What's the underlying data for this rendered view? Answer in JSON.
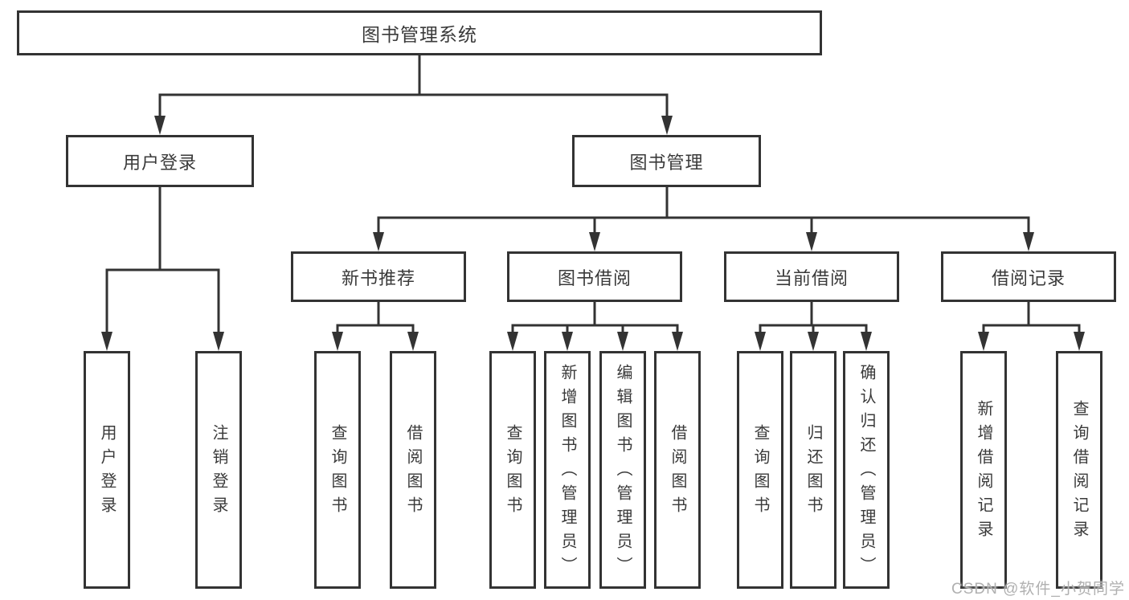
{
  "tree": {
    "label": "图书管理系统",
    "children": [
      {
        "label": "用户登录",
        "children": [
          {
            "label": "用户登录"
          },
          {
            "label": "注销登录"
          }
        ]
      },
      {
        "label": "图书管理",
        "children": [
          {
            "label": "新书推荐",
            "children": [
              {
                "label": "查询图书"
              },
              {
                "label": "借阅图书"
              }
            ]
          },
          {
            "label": "图书借阅",
            "children": [
              {
                "label": "查询图书"
              },
              {
                "label": "新增图书（管理员）"
              },
              {
                "label": "编辑图书（管理员）"
              },
              {
                "label": "借阅图书"
              }
            ]
          },
          {
            "label": "当前借阅",
            "children": [
              {
                "label": "查询图书"
              },
              {
                "label": "归还图书"
              },
              {
                "label": "确认归还（管理员）"
              }
            ]
          },
          {
            "label": "借阅记录",
            "children": [
              {
                "label": "新增借阅记录"
              },
              {
                "label": "查询借阅记录"
              }
            ]
          }
        ]
      }
    ]
  },
  "watermark": "CSDN @软件_小贺同学",
  "colors": {
    "line": "#333333",
    "text": "#3a3a3a",
    "watermark": "#b0b0b0"
  }
}
